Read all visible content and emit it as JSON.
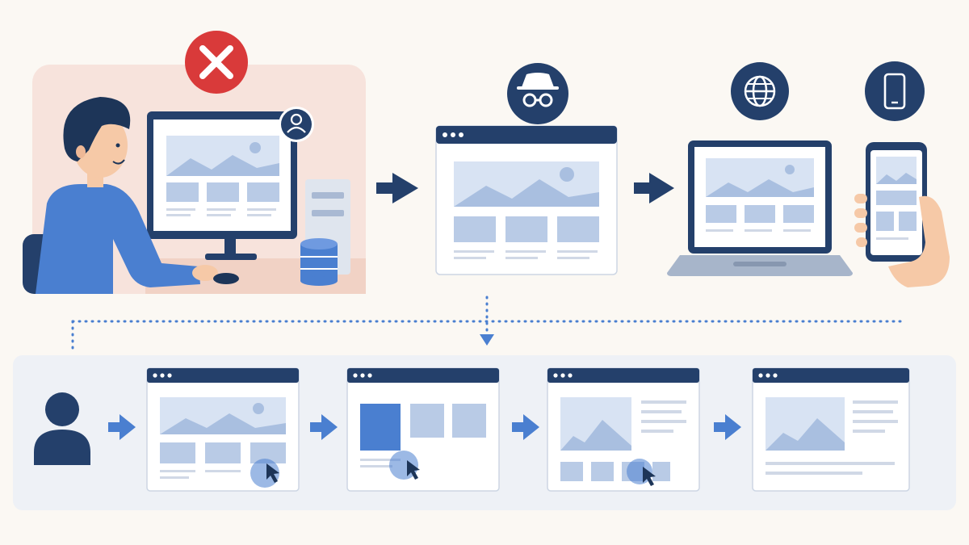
{
  "colors": {
    "background": "#fbf8f3",
    "navy": "#24406b",
    "accent_blue": "#4a7fd0",
    "light_blue": "#b9cbe6",
    "pale_blue": "#d8e3f3",
    "error_red": "#d93a3a",
    "workspace_bg": "#f7e3dc",
    "flow_panel_bg": "#eef1f6",
    "skin": "#f6c9a7"
  },
  "icons": {
    "error": "close-icon",
    "user_badge": "user-icon",
    "incognito": "incognito-icon",
    "globe": "globe-icon",
    "mobile": "smartphone-icon",
    "visitor": "user-icon",
    "cursor": "cursor-icon"
  },
  "top_flow": [
    "developer-workspace",
    "browser-window",
    "laptop",
    "smartphone"
  ],
  "user_journey": {
    "steps": [
      "home-page",
      "category-page",
      "product-page",
      "detail-page"
    ]
  }
}
